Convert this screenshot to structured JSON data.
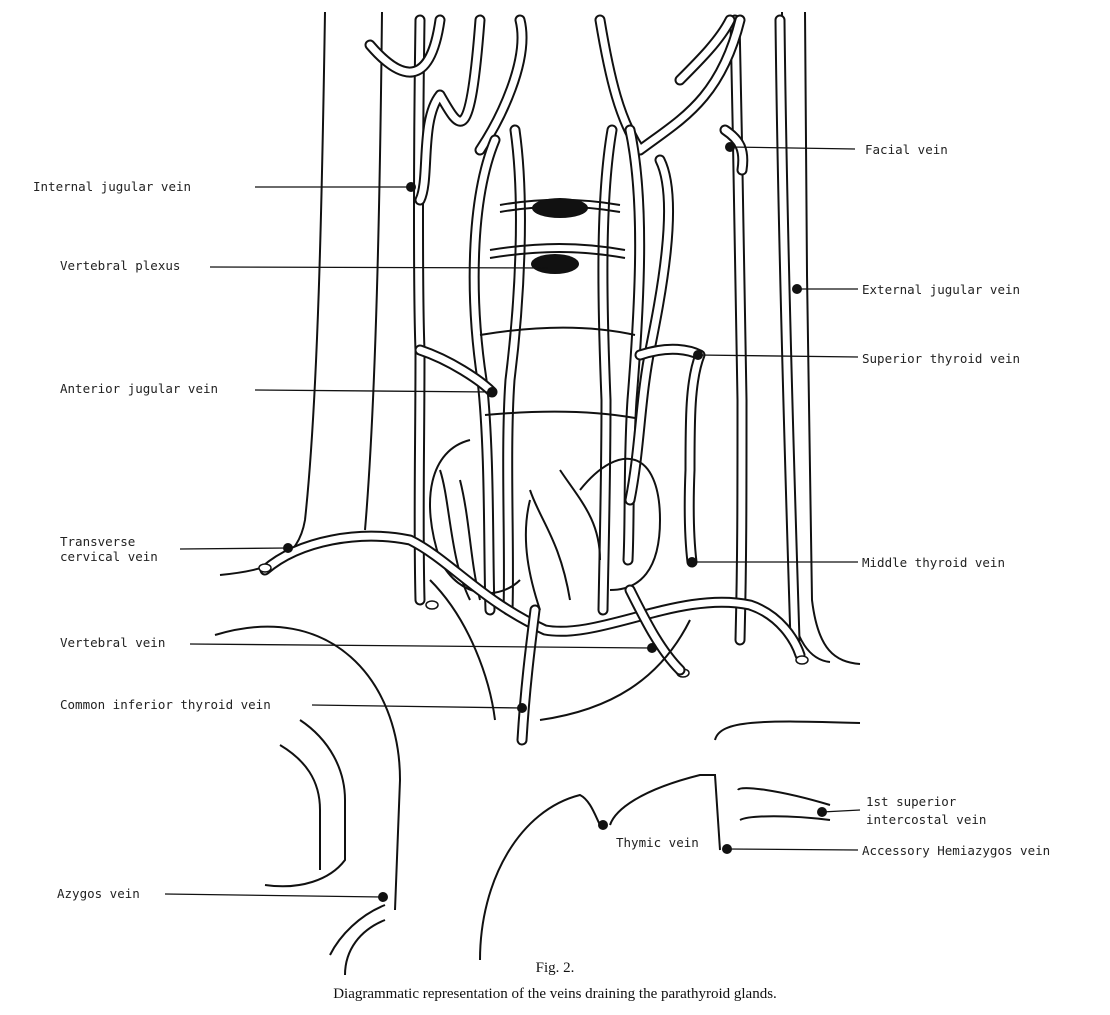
{
  "figure": {
    "labels": {
      "internal_jugular": "Internal jugular vein",
      "vertebral_plexus": "Vertebral plexus",
      "anterior_jugular": "Anterior jugular vein",
      "transverse_cervical_1": "Transverse",
      "transverse_cervical_2": "cervical vein",
      "vertebral_vein": "Vertebral vein",
      "common_inferior_thyroid": "Common inferior thyroid vein",
      "azygos": "Azygos vein",
      "facial": "Facial vein",
      "external_jugular": "External jugular vein",
      "superior_thyroid": "Superior thyroid vein",
      "middle_thyroid": "Middle thyroid vein",
      "first_superior_intercostal_1": "1st superior",
      "first_superior_intercostal_2": "intercostal vein",
      "accessory_hemiazygos": "Accessory Hemiazygos vein",
      "thymic": "Thymic vein"
    },
    "caption_title": "Fig. 2.",
    "caption_text": "Diagrammatic representation of the veins draining the parathyroid glands."
  }
}
